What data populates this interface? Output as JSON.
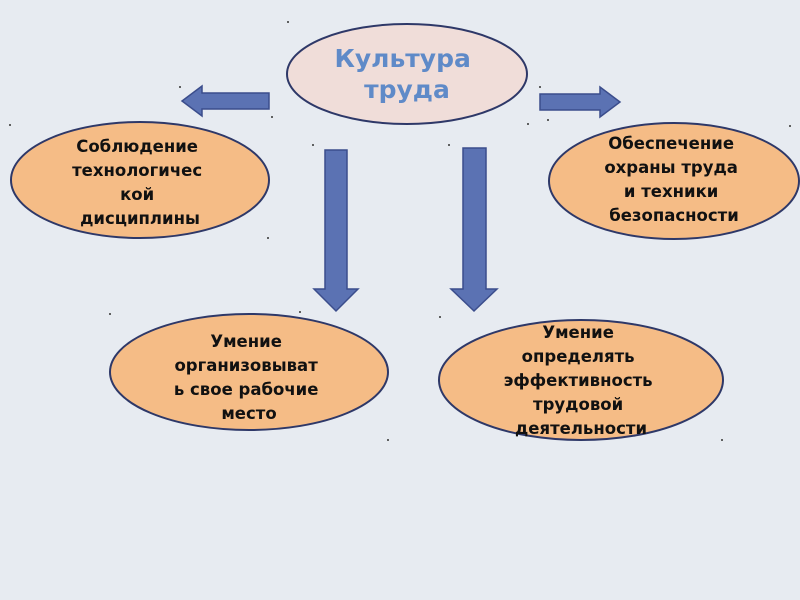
{
  "colors": {
    "background": "#e7ebf1",
    "center_fill": "#f0ddd9",
    "node_fill": "#f5bc86",
    "outline": "#2e3868",
    "arrow_fill": "#5b72b3",
    "title_text": "#5f8ac8"
  },
  "center": {
    "lines": [
      "Культура",
      "труда"
    ]
  },
  "nodes": [
    {
      "id": "discipline",
      "lines": [
        "Соблюдение",
        "технологичес",
        "кой",
        "дисциплины"
      ]
    },
    {
      "id": "safety",
      "lines": [
        "Обеспечение",
        "охраны труда",
        "и техники",
        "безопасности"
      ]
    },
    {
      "id": "workplace",
      "lines": [
        "Умение",
        "организовыват",
        "ь свое рабочие",
        "место"
      ]
    },
    {
      "id": "efficiency",
      "lines": [
        "Умение",
        "определять",
        "эффективность",
        "трудовой",
        "деятельности"
      ]
    }
  ]
}
